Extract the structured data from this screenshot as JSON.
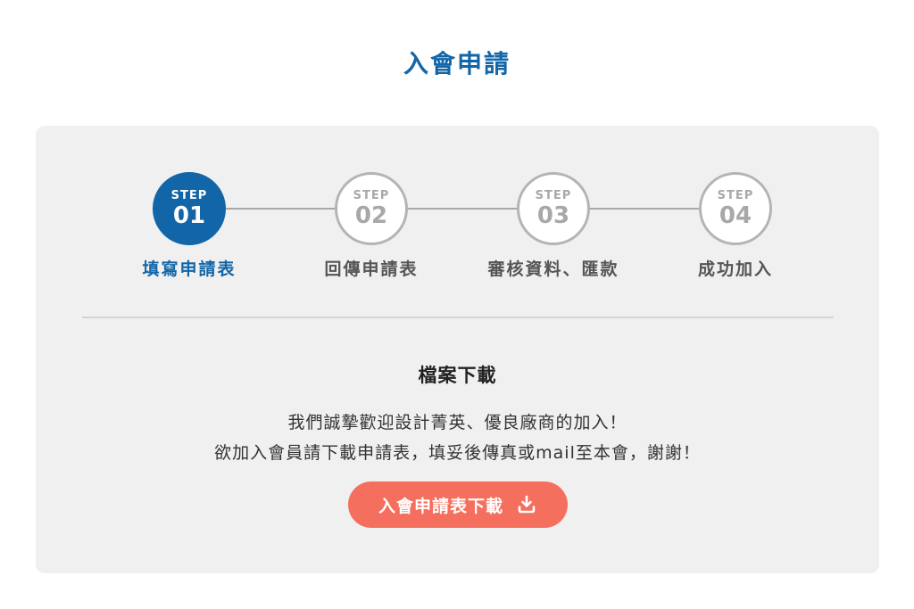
{
  "page": {
    "title": "入會申請"
  },
  "steps": {
    "step_word": "STEP",
    "items": [
      {
        "number": "01",
        "label": "填寫申請表",
        "active": true
      },
      {
        "number": "02",
        "label": "回傳申請表",
        "active": false
      },
      {
        "number": "03",
        "label": "審核資料、匯款",
        "active": false
      },
      {
        "number": "04",
        "label": "成功加入",
        "active": false
      }
    ]
  },
  "download_section": {
    "title": "檔案下載",
    "line1": "我們誠摯歡迎設計菁英、優良廠商的加入！",
    "line2": "欲加入會員請下載申請表，填妥後傳真或mail至本會，謝謝！",
    "button_label": "入會申請表下載",
    "button_icon": "download-icon"
  },
  "colors": {
    "primary": "#1266a8",
    "accent": "#f56f5e",
    "panel_bg": "#f0f0f0",
    "inactive": "#a8a8a8"
  }
}
